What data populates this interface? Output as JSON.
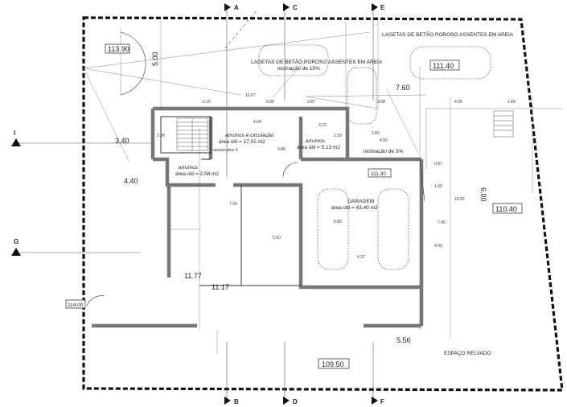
{
  "labels": {
    "lagetas_top": "LAGETAS DE BETÃO POROSO ASSENTES EM AREIA",
    "lagetas_mid": "LAGETAS DE BETÃO POROSO ASSENTES EM AREIA",
    "inclinacao_15": "inclinação de 15%",
    "inclinacao_3": "inclinação de 3%",
    "arrumos_circ": "arrumos e circulação",
    "arrumos_circ_area": "área útil = 17,02 m2",
    "arrumos_a": "arrumos",
    "arrumos_a_area": "área útil = 5,13 m2",
    "arrumos_b": "arrumos",
    "arrumos_b_area": "área útil = 2,58 m2",
    "garagem": "GARAGEM",
    "garagem_area": "área útil = 43,40 m2",
    "espaco_relvado": "ESPAÇO RELVADO",
    "acesso_piso": "acesso piso 0"
  },
  "levels": {
    "l113_90": "113.90",
    "l111_40": "111.40",
    "l111_30": "111.30",
    "l110_40": "110.40",
    "l114_00": "114.00",
    "l109_50": "109.50"
  },
  "sections": {
    "A": "A",
    "B": "B",
    "C": "C",
    "D": "D",
    "E": "E",
    "F": "F",
    "G": "G",
    "I": "I"
  },
  "dims": {
    "d5_00": "5.00",
    "d7_60": "7.60",
    "d3_40": "3.40",
    "d4_40": "4.40",
    "d11_77": "11.77",
    "d11_17": "11.17",
    "d5_56": "5.56",
    "d6_00": "6.00",
    "d0_15": "0.15",
    "d10_67": "10.67",
    "d0_80": "0.80",
    "d3_87": "3.87",
    "d3_68": "3.68",
    "d4_26": "4.26",
    "d1_69": "1.69",
    "d2_90": "2.90",
    "d4_64": "4.64",
    "d3_23": "3.23",
    "d2_30": "2.30",
    "d3_80": "3.80",
    "d2_60": "2.60",
    "d4_00": "4.00",
    "d0_87": "0.87",
    "d1_60": "1.60",
    "d10_00": "10.00",
    "d7_24": "7.24",
    "d7_40": "7.40",
    "d6_80": "6.80",
    "d5_60": "5.60",
    "d6_37": "6.37",
    "d4_93": "4.93"
  }
}
